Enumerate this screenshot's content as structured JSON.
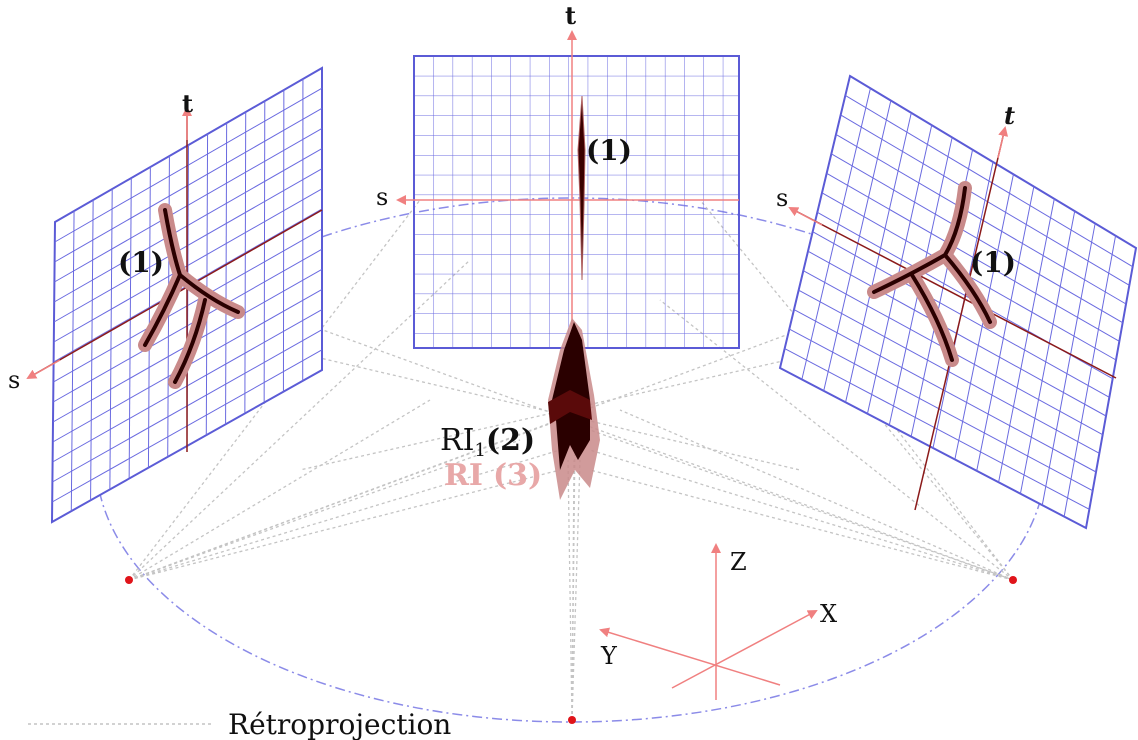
{
  "panels": {
    "left": {
      "s_label": "s",
      "t_label": "t",
      "proj_label": "(1)"
    },
    "center": {
      "s_label": "s",
      "t_label": "t",
      "proj_label": "(1)"
    },
    "right": {
      "s_label": "s",
      "t_label": "t",
      "proj_label": "(1)"
    }
  },
  "reconstruction": {
    "ri1_main": "RI",
    "ri1_sub": "1",
    "ri1_num": "(2)",
    "ri_main": "RI",
    "ri_num": "(3)"
  },
  "axes3d": {
    "x": "X",
    "y": "Y",
    "z": "Z"
  },
  "legend": {
    "label": "Rétroprojection"
  },
  "colors": {
    "grid": "#5b5bd6",
    "axis_arrow": "#f08080",
    "vessel_dark": "#2a0000",
    "vessel_shadow": "#c98a8a",
    "source": "#e0141a",
    "ellipse": "#8b8be8",
    "ray": "#bbbbbb"
  }
}
